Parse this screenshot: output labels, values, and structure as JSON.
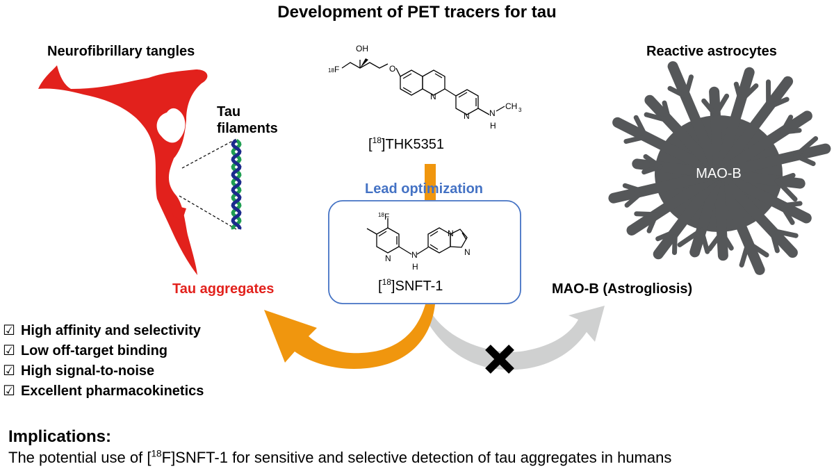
{
  "title": "Development of PET tracers for tau",
  "left_panel": {
    "heading": "Neurofibrillary tangles",
    "filaments_label_line1": "Tau",
    "filaments_label_line2": "filaments",
    "target_label": "Tau aggregates",
    "target_color": "#e2211c"
  },
  "right_panel": {
    "heading": "Reactive astrocytes",
    "cell_label": "MAO-B",
    "target_label": "MAO-B (Astrogliosis)",
    "cell_color": "#555759"
  },
  "lead_compound": {
    "mass_number": "18",
    "name": "]THK5351",
    "substituents": {
      "hydroxyl": "OH",
      "fluorine": "F",
      "mass_number": "18",
      "oxygen": "O",
      "ring_n1": "N",
      "ring_n2": "N",
      "amine_n": "N",
      "amine_h": "H",
      "methyl": "CH",
      "methyl_sub": "3"
    }
  },
  "optimization": {
    "label": "Lead optimization",
    "label_color": "#4472c4",
    "arrow_color": "#f0960e"
  },
  "new_compound": {
    "mass_number": "18",
    "name": "]SNFT-1",
    "substituents": {
      "fluorine": "F",
      "mass_number": "18",
      "pyridine_n": "N",
      "amine_n": "N",
      "amine_h": "H",
      "ring_n1": "N",
      "ring_n2": "N"
    }
  },
  "properties": [
    {
      "check": "☑",
      "text": "High affinity and selectivity"
    },
    {
      "check": "☑",
      "text": "Low off-target binding"
    },
    {
      "check": "☑",
      "text": "High signal-to-noise"
    },
    {
      "check": "☑",
      "text": "Excellent pharmacokinetics"
    }
  ],
  "implications": {
    "heading": "Implications:",
    "text_before": "The potential use of [",
    "mass_number": "18",
    "text_after": "F]SNFT-1 for sensitive and selective detection of tau aggregates in humans"
  },
  "selectivity": {
    "tau_arrow_color": "#f0960e",
    "mao_arrow_color": "#cfd0d0",
    "blocked_marker_color": "#000000"
  }
}
